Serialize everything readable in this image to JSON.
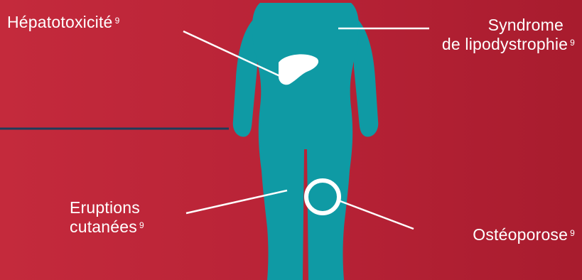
{
  "colors": {
    "background": "#b72236",
    "body": "#0f9aa4",
    "liver": "#ffffff",
    "connector_lines": "#ffffff",
    "side_line": "#1e3c5a"
  },
  "labels": {
    "hepatotoxicity": {
      "text": "Hépatotoxicité",
      "ref": "9"
    },
    "lipodystrophy": {
      "line1": "Syndrome",
      "line2": "de lipodystrophie",
      "ref": "9"
    },
    "eruptions": {
      "line1": "Eruptions",
      "line2": "cutanées",
      "ref": "9"
    },
    "osteoporosis": {
      "text": "Ostéoporose",
      "ref": "9"
    }
  },
  "icons": {
    "body": "human-body-silhouette-icon",
    "liver": "liver-icon",
    "bone_marker": "ring-marker-icon"
  }
}
